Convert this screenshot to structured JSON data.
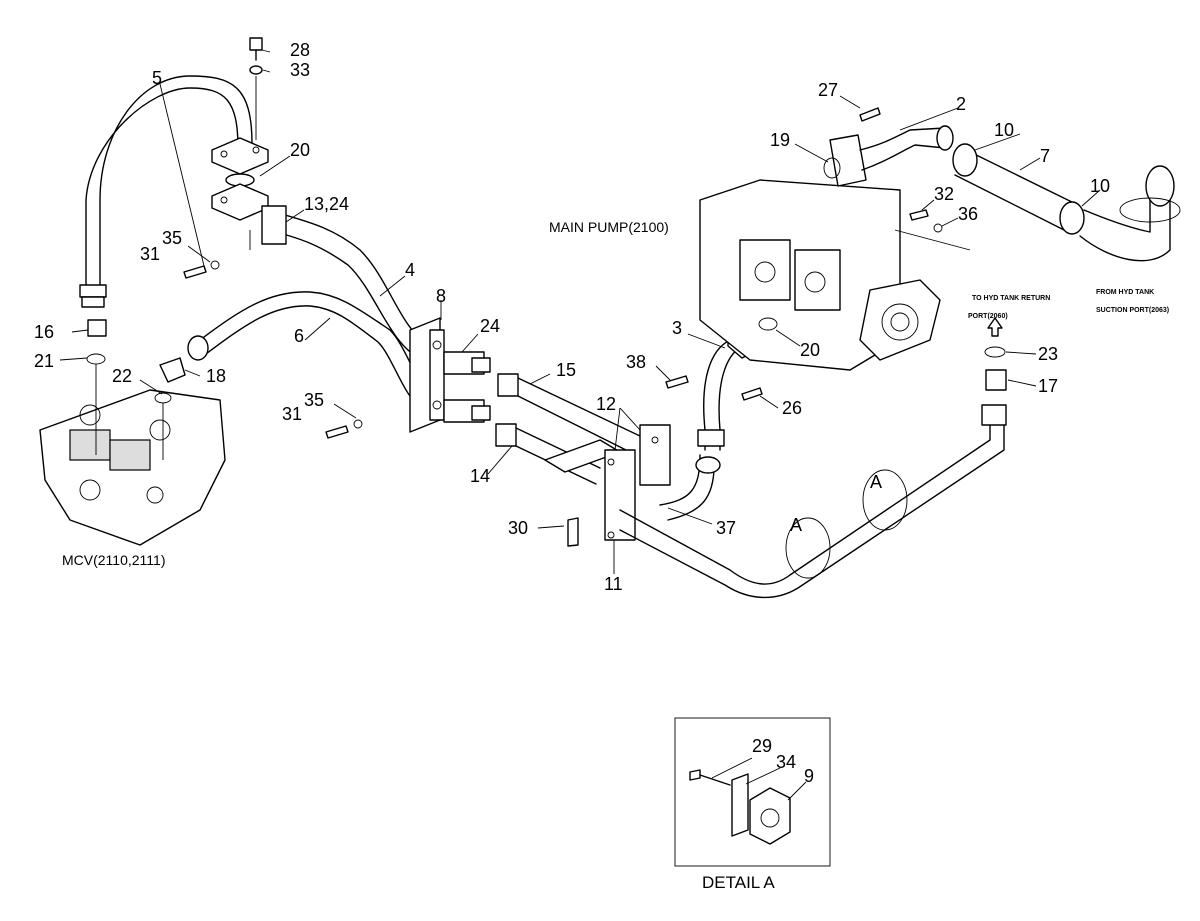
{
  "labels": {
    "main_pump": "MAIN PUMP(2100)",
    "mcv": "MCV(2110,2111)",
    "to_tank_return_1": "TO HYD TANK RETURN",
    "to_tank_return_2": "PORT(2060)",
    "from_tank_suction_1": "FROM HYD TANK",
    "from_tank_suction_2": "SUCTION PORT(2063)",
    "detail_title": "DETAIL A",
    "section_a": "A"
  },
  "callouts": {
    "n28": "28",
    "n33": "33",
    "n5": "5",
    "n20a": "20",
    "n13_24": "13,24",
    "n35a": "35",
    "n31a": "31",
    "n4": "4",
    "n16": "16",
    "n21": "21",
    "n22": "22",
    "n18": "18",
    "n6": "6",
    "n8": "8",
    "n24": "24",
    "n15": "15",
    "n35b": "35",
    "n31b": "31",
    "n14": "14",
    "n12": "12",
    "n30": "30",
    "n11": "11",
    "n37": "37",
    "n38": "38",
    "n3": "3",
    "n26": "26",
    "n20b": "20",
    "n27": "27",
    "n2": "2",
    "n19": "19",
    "n10a": "10",
    "n7": "7",
    "n10b": "10",
    "n32": "32",
    "n36": "36",
    "n23": "23",
    "n17": "17",
    "n29": "29",
    "n34": "34",
    "n9": "9"
  }
}
